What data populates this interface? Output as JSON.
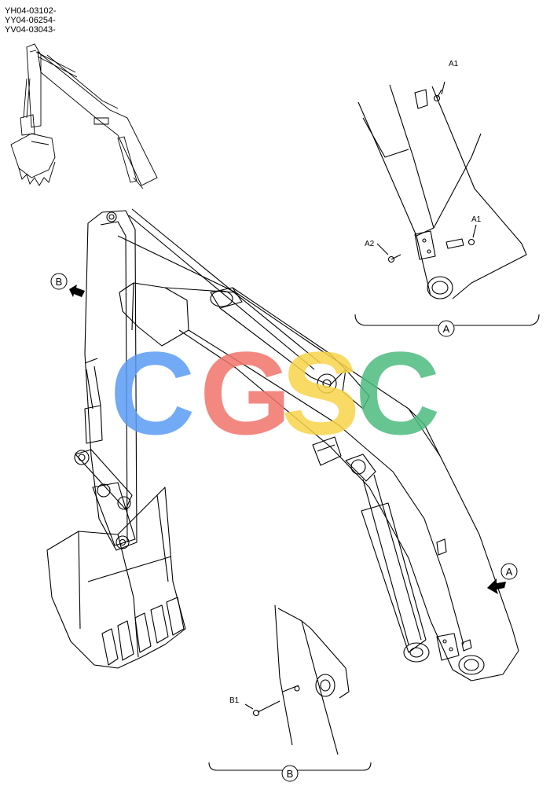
{
  "serial_codes": [
    "YH04-03102-",
    "YY04-06254-",
    "YV04-03043-"
  ],
  "watermark": {
    "text": "CGSC",
    "letters": [
      {
        "char": "C",
        "color": "#5b9cf5"
      },
      {
        "char": "G",
        "color": "#f2746b"
      },
      {
        "char": "S",
        "color": "#f7d44a"
      },
      {
        "char": "C",
        "color": "#4dbb7f"
      }
    ]
  },
  "callouts": {
    "view_a_marker": "A",
    "view_b_marker": "B",
    "detail_a_label": "A",
    "detail_b_label": "B",
    "part_a1_upper": "A1",
    "part_a1_lower": "A1",
    "part_a2": "A2",
    "part_b1": "B1"
  }
}
